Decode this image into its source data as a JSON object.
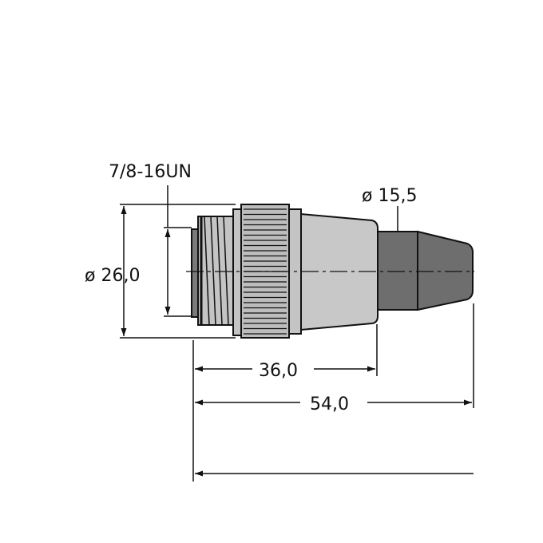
{
  "drawing": {
    "thread_label": "7/8-16UN",
    "diameter_body": "ø 26,0",
    "diameter_cable": "ø 15,5",
    "length_body": "36,0",
    "length_total": "54,0"
  },
  "colors": {
    "line": "#111111",
    "body_light": "#c8c8c8",
    "nut": "#bdbdbd",
    "cable_dark": "#6e6e6e",
    "face_dark": "#7a7a7a"
  }
}
